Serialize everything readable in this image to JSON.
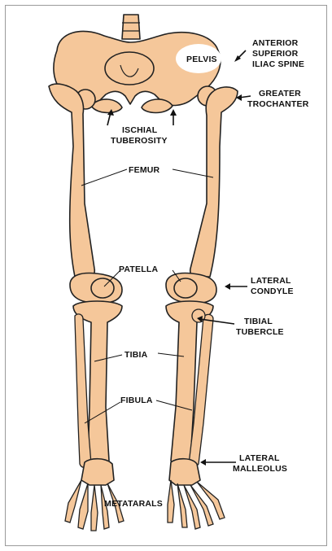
{
  "labels": {
    "pelvis": "PELVIS",
    "asis_1": "ANTERIOR",
    "asis_2": "SUPERIOR",
    "asis_3": "ILIAC SPINE",
    "greater_1": "GREATER",
    "greater_2": "TROCHANTER",
    "ischial_1": "ISCHIAL",
    "ischial_2": "TUBEROSITY",
    "femur": "FEMUR",
    "patella": "PATELLA",
    "lateral_condyle_1": "LATERAL",
    "lateral_condyle_2": "CONDYLE",
    "tibial_tubercle_1": "TIBIAL",
    "tibial_tubercle_2": "TUBERCLE",
    "tibia": "TIBIA",
    "fibula": "FIBULA",
    "lateral_malleolus_1": "LATERAL",
    "lateral_malleolus_2": "MALLEOLUS",
    "metatarsals": "METATARALS"
  },
  "colors": {
    "bone": "#f5c79a",
    "outline": "#222222",
    "background": "#ffffff"
  }
}
